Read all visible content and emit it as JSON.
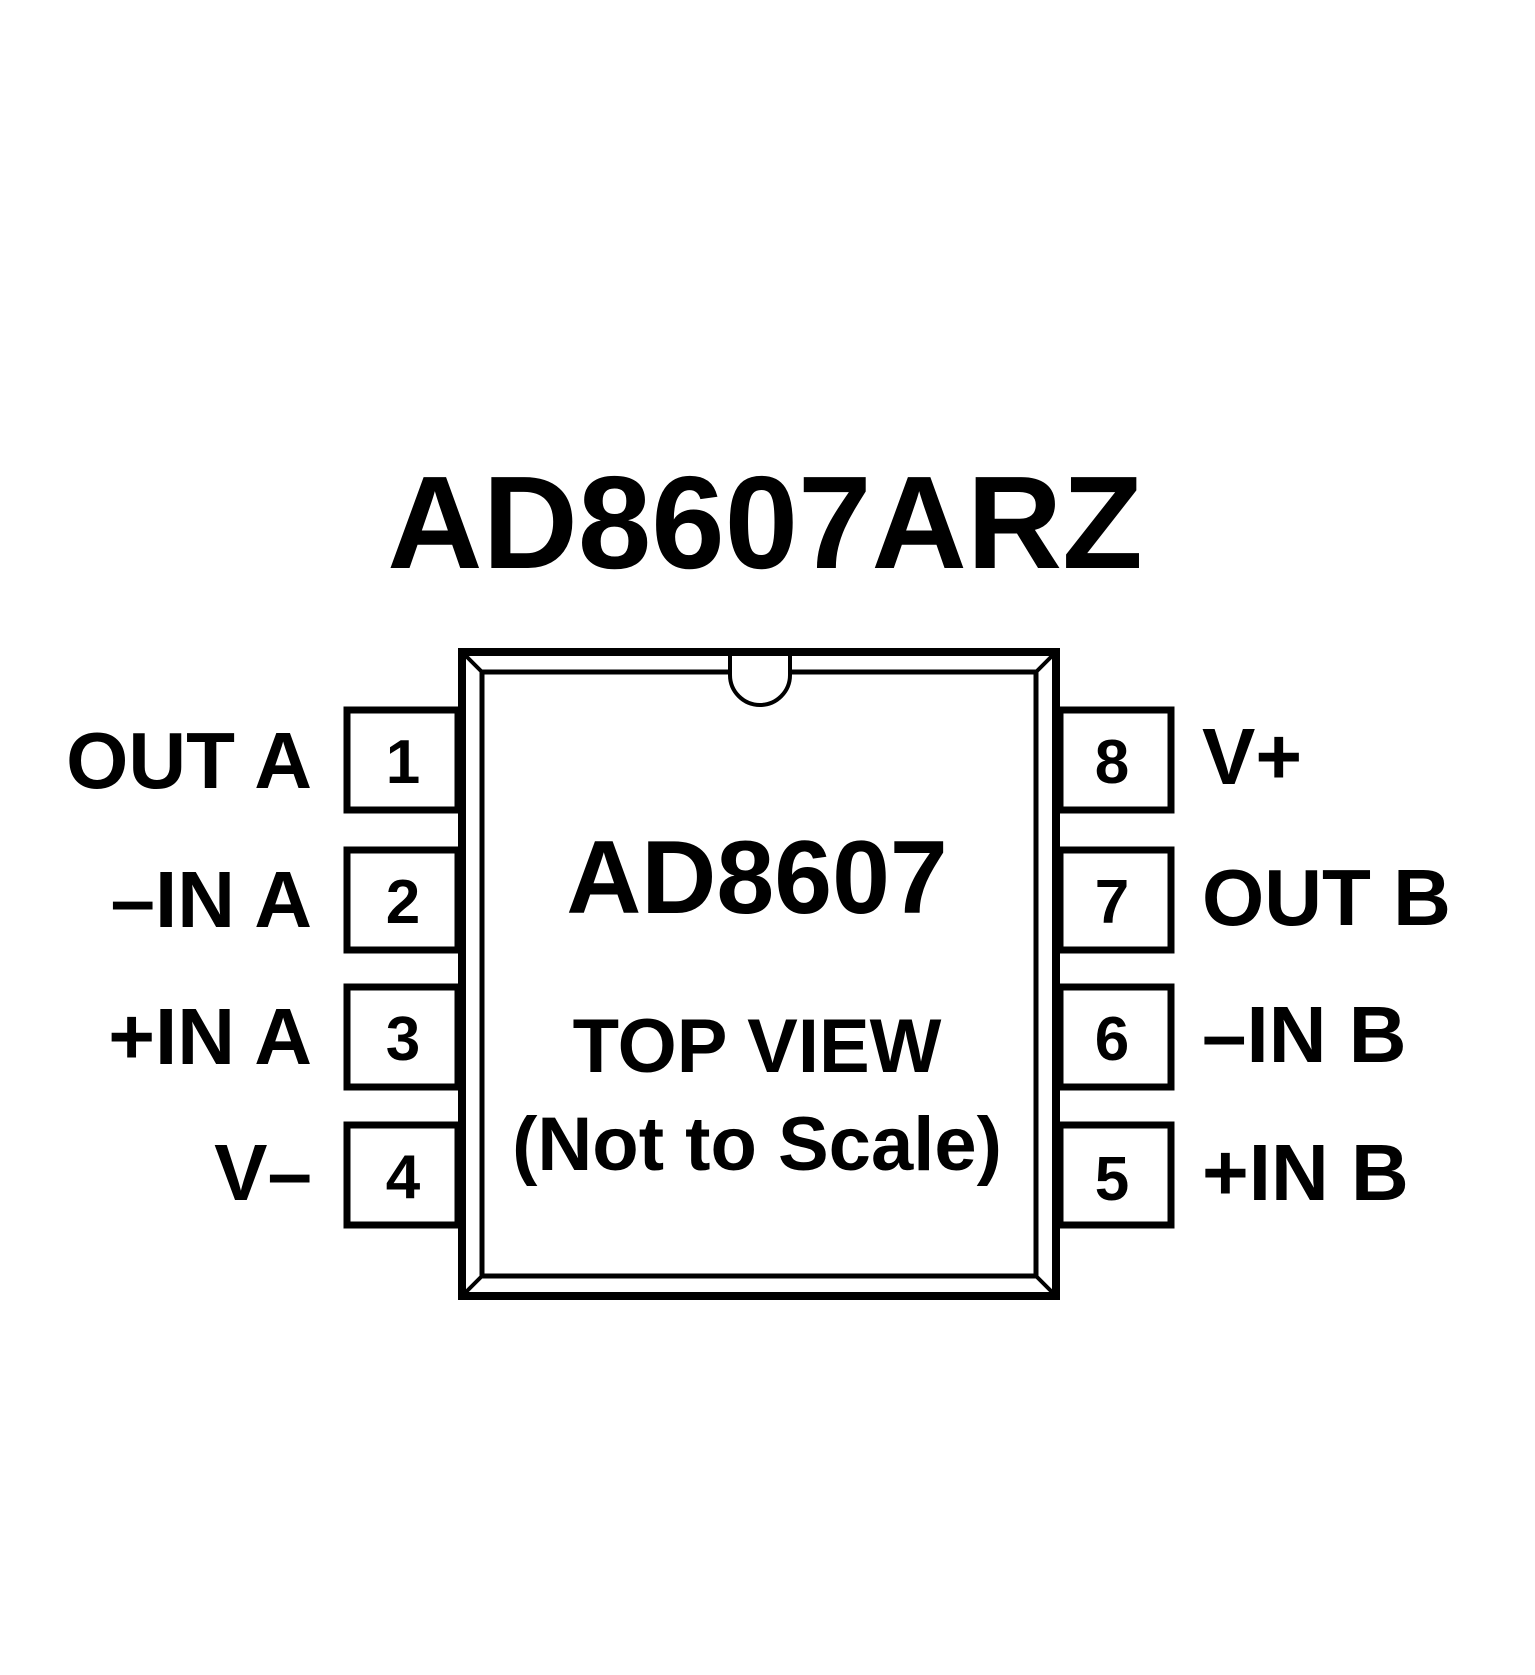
{
  "title": "AD8607ARZ",
  "chip": {
    "name": "AD8607",
    "view": "TOP VIEW",
    "note": "(Not to Scale)"
  },
  "pins_left": [
    {
      "number": "1",
      "label": "OUT A"
    },
    {
      "number": "2",
      "label": "–IN A"
    },
    {
      "number": "3",
      "label": "+IN A"
    },
    {
      "number": "4",
      "label": "V–"
    }
  ],
  "pins_right": [
    {
      "number": "8",
      "label": "V+"
    },
    {
      "number": "7",
      "label": "OUT B"
    },
    {
      "number": "6",
      "label": "–IN B"
    },
    {
      "number": "5",
      "label": "+IN B"
    }
  ]
}
